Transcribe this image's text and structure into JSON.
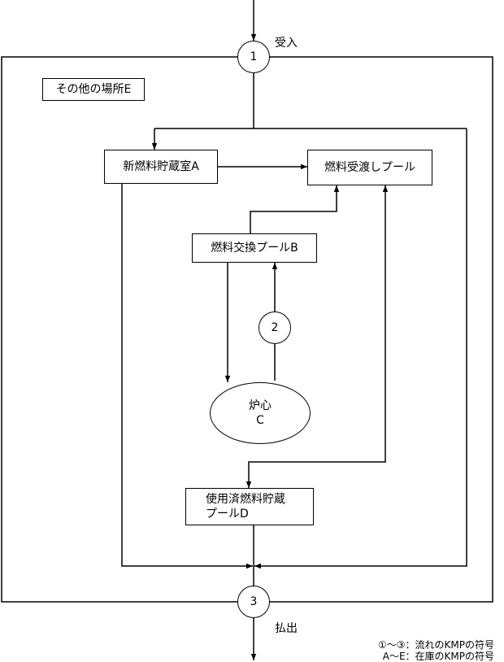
{
  "outer_area_label": "その他の場所E",
  "nodes": {
    "new_fuel_storage": "新燃料貯蔵室A",
    "receiving_pool": "燃料受渡しプール",
    "exchange_pool": "燃料交換プールB",
    "core_line1": "炉心",
    "core_line2": "C",
    "spent_fuel_line1": "使用済燃料貯蔵",
    "spent_fuel_line2": "プールD"
  },
  "flow_points": {
    "kmp1": "1",
    "kmp2": "2",
    "kmp3": "3"
  },
  "flow_labels": {
    "receipt": "受入",
    "shipment": "払出"
  },
  "legend": {
    "line1": "①～③：流れのKMPの符号",
    "line2": "A～E：在庫のKMPの符号"
  },
  "colors": {
    "line": "#000000",
    "background": "#ffffff"
  }
}
